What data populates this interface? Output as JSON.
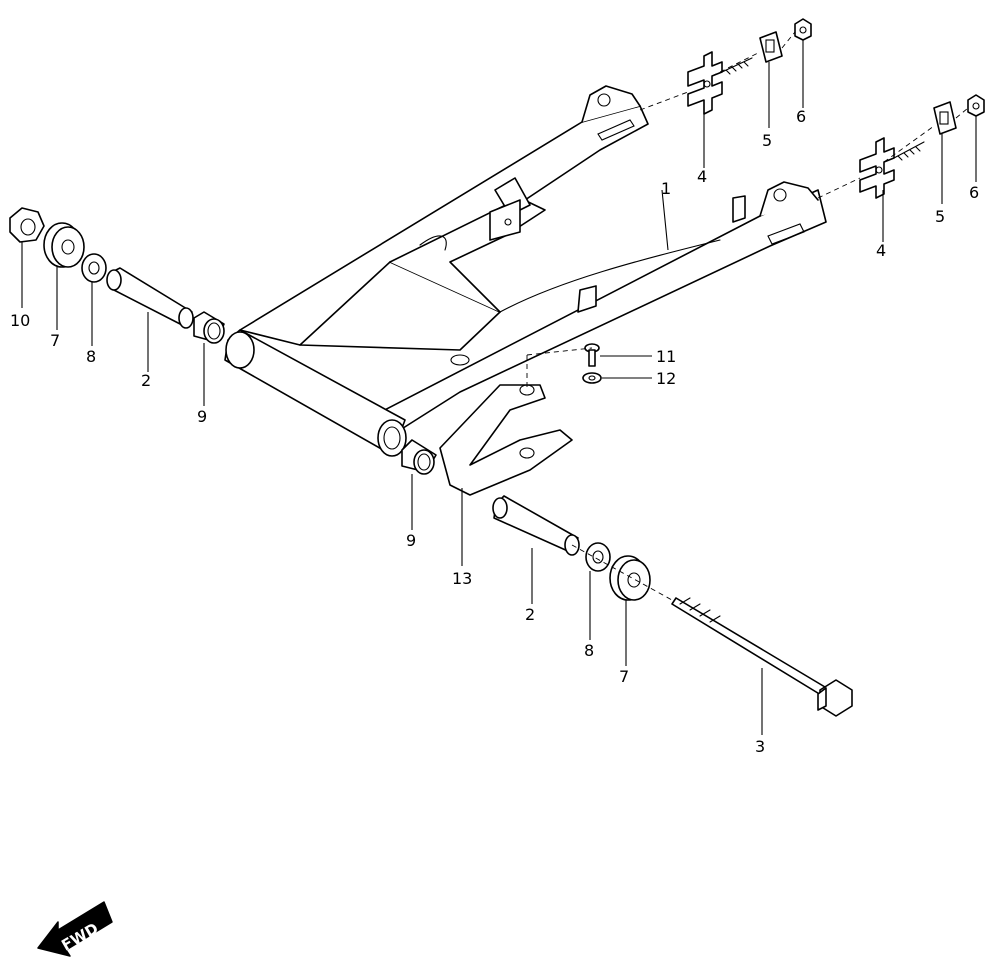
{
  "callouts": {
    "c1": "1",
    "c2a": "2",
    "c2b": "2",
    "c3": "3",
    "c4a": "4",
    "c4b": "4",
    "c5a": "5",
    "c5b": "5",
    "c6a": "6",
    "c6b": "6",
    "c7a": "7",
    "c7b": "7",
    "c8a": "8",
    "c8b": "8",
    "c9a": "9",
    "c9b": "9",
    "c10": "10",
    "c11": "11",
    "c12": "12",
    "c13": "13"
  },
  "direction": {
    "label": "FWD",
    "icon": "forward-arrow-icon"
  }
}
